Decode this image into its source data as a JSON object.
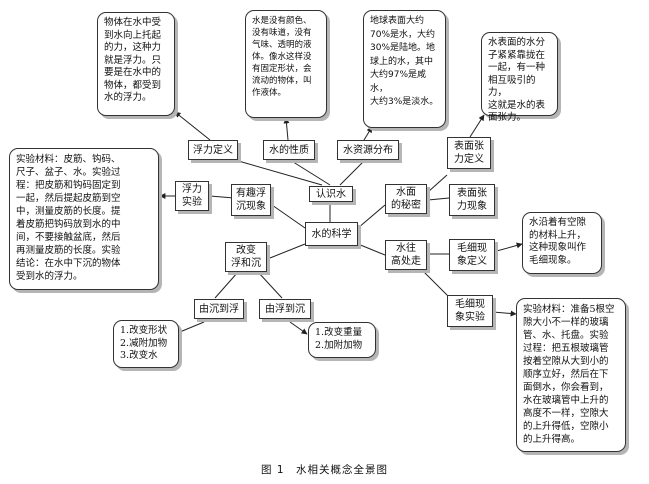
{
  "center": "水的科学",
  "level1": {
    "renshi": "认识水",
    "youqu": "有趣浮\n沉现象",
    "gaibian": "改变\n浮和沉",
    "mianmi": "水面\n的秘密",
    "wangao": "水往\n高处走"
  },
  "level2": {
    "fulidingyi": "浮力定义",
    "xingzhi": "水的性质",
    "fenbu": "水资源分布",
    "fulishiyan": "浮力\n实验",
    "biaomian_dingyi": "表面张\n力定义",
    "biaomian_xianxiang": "表面张\n力现象",
    "maoxi_dingyi": "毛细现\n象定义",
    "maoxi_shiyan": "毛细现\n象实验",
    "chen_to_fu": "由沉到浮",
    "fu_to_chen": "由浮到沉"
  },
  "notes": {
    "fuli_def": "物体在水中受\n到水向上托起\n的力，这种力\n就是浮力。只\n要是在水中的\n物体，都受到\n水的浮力。",
    "xingzhi": "水是没有颜色、\n没有味道，没有\n气味、透明的液\n体。像水这样没\n有固定形状，会\n流动的物体，叫\n作液体。",
    "fenbu": "地球表面大约\n70%是水，大约\n30%是陆地。地\n球上的水，其中\n大约97%是咸水，\n大约3%是淡水。",
    "biaomian": "水表面的水分\n子紧紧靠拢在\n一起，有一种\n相互吸引的力，\n这就是水的表\n面张力。",
    "fuli_exp": "实验材料：皮筋、钩码、\n尺子、盆子、水。实验过\n程：把皮筋和钩码固定到\n一起，然后提起皮筋到空\n中，测量皮筋的长度。提\n着皮筋把钩码放到水的中\n间，不要接触盆底，然后\n再测量皮筋的长度。实验\n结论：在水中下沉的物体\n受到水的浮力。",
    "maoxi_def": "水沿着有空隙\n的材料上升，\n这种现象叫作\n毛细现象。",
    "chen_fu": "1.改变形状\n2.减附加物\n3.改变水",
    "fu_chen": "1.改变重量\n2.加附加物",
    "maoxi_exp": "实验材料：准备5根空\n隙大小不一样的玻璃\n管、水、托盘。实验\n过程：把五根玻璃管\n按着空隙从大到小的\n顺序立好，然后在下\n面倒水，你会看到，\n水在玻璃管中上升的\n高度不一样，空隙大\n的上升得低，空隙小\n的上升得高。"
  },
  "caption": "图 1　水相关概念全景图"
}
